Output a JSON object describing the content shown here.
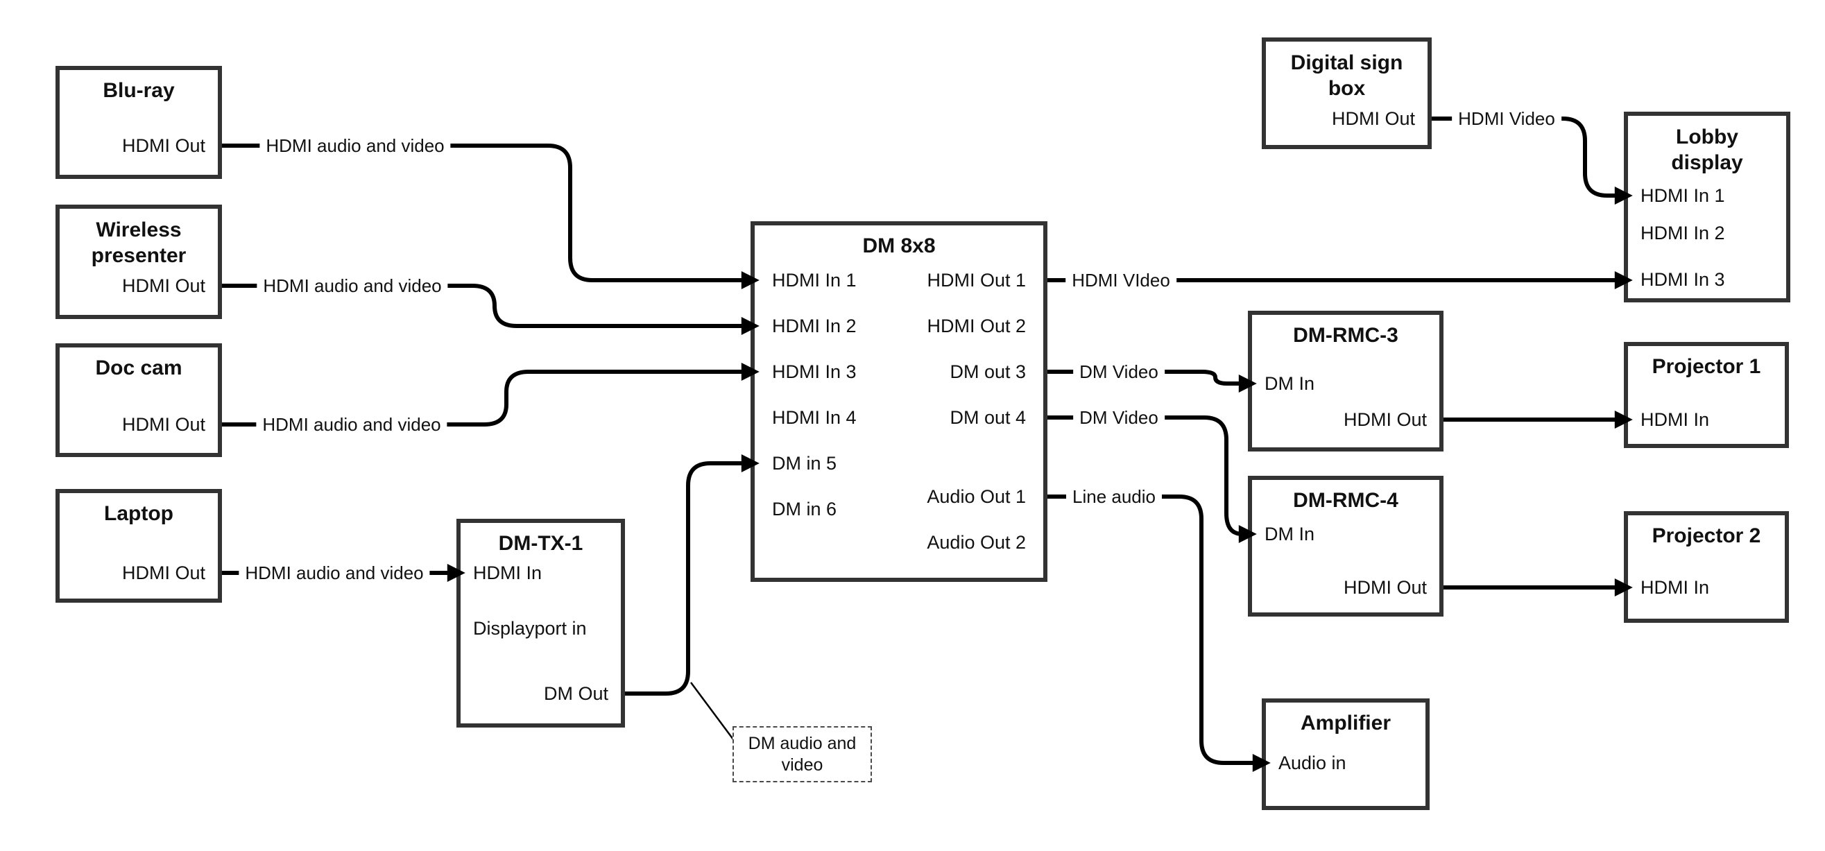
{
  "colors": {
    "background": "#ffffff",
    "box_border": "#333333",
    "line": "#000000",
    "text": "#111111"
  },
  "nodes": [
    {
      "id": "bluray",
      "title": [
        "Blu-ray"
      ],
      "ports": [
        "HDMI Out"
      ]
    },
    {
      "id": "wireless",
      "title": [
        "Wireless",
        "presenter"
      ],
      "ports": [
        "HDMI Out"
      ]
    },
    {
      "id": "doccam",
      "title": [
        "Doc cam"
      ],
      "ports": [
        "HDMI Out"
      ]
    },
    {
      "id": "laptop",
      "title": [
        "Laptop"
      ],
      "ports": [
        "HDMI Out"
      ]
    },
    {
      "id": "dm-tx-1",
      "title": [
        "DM-TX-1"
      ],
      "ports": [
        "HDMI In",
        "Displayport in",
        "DM Out"
      ]
    },
    {
      "id": "dm-8x8",
      "title": [
        "DM 8x8"
      ],
      "ports_left": [
        "HDMI In 1",
        "HDMI In 2",
        "HDMI In 3",
        "HDMI In 4",
        "DM in 5",
        "DM in 6"
      ],
      "ports_right": [
        "HDMI Out 1",
        "HDMI Out 2",
        "DM out 3",
        "DM out 4",
        "Audio Out 1",
        "Audio Out 2"
      ]
    },
    {
      "id": "digital-sign",
      "title": [
        "Digital sign",
        "box"
      ],
      "ports": [
        "HDMI Out"
      ]
    },
    {
      "id": "lobby-display",
      "title": [
        "Lobby",
        "display"
      ],
      "ports": [
        "HDMI In 1",
        "HDMI In 2",
        "HDMI In 3"
      ]
    },
    {
      "id": "dm-rmc-3",
      "title": [
        "DM-RMC-3"
      ],
      "ports": [
        "DM In",
        "HDMI Out"
      ]
    },
    {
      "id": "projector-1",
      "title": [
        "Projector 1"
      ],
      "ports": [
        "HDMI In"
      ]
    },
    {
      "id": "dm-rmc-4",
      "title": [
        "DM-RMC-4"
      ],
      "ports": [
        "DM In",
        "HDMI Out"
      ]
    },
    {
      "id": "projector-2",
      "title": [
        "Projector 2"
      ],
      "ports": [
        "HDMI In"
      ]
    },
    {
      "id": "amplifier",
      "title": [
        "Amplifier"
      ],
      "ports": [
        "Audio in"
      ]
    }
  ],
  "edges": [
    {
      "from": "Blu-ray HDMI Out",
      "to": "DM 8x8 HDMI In 1",
      "label": "HDMI audio and video"
    },
    {
      "from": "Wireless presenter HDMI Out",
      "to": "DM 8x8 HDMI In 2",
      "label": "HDMI audio and video"
    },
    {
      "from": "Doc cam HDMI Out",
      "to": "DM 8x8 HDMI In 3",
      "label": "HDMI audio and video"
    },
    {
      "from": "Laptop HDMI Out",
      "to": "DM-TX-1 HDMI In",
      "label": "HDMI audio and video"
    },
    {
      "from": "DM-TX-1 DM Out",
      "to": "DM 8x8 DM in 5",
      "label": ""
    },
    {
      "from": "DM 8x8 HDMI Out 1",
      "to": "Lobby display HDMI In 3",
      "label": "HDMI VIdeo"
    },
    {
      "from": "Digital sign box HDMI Out",
      "to": "Lobby display HDMI In 1",
      "label": "HDMI Video"
    },
    {
      "from": "DM 8x8 DM out 3",
      "to": "DM-RMC-3 DM In",
      "label": "DM Video"
    },
    {
      "from": "DM 8x8 DM out 4",
      "to": "DM-RMC-4 DM In",
      "label": "DM Video"
    },
    {
      "from": "DM 8x8 Audio Out 1",
      "to": "Amplifier Audio in",
      "label": "Line audio"
    },
    {
      "from": "DM-RMC-3 HDMI Out",
      "to": "Projector 1 HDMI In",
      "label": ""
    },
    {
      "from": "DM-RMC-4 HDMI Out",
      "to": "Projector 2 HDMI In",
      "label": ""
    }
  ],
  "note": {
    "lines": [
      "DM audio and",
      "video"
    ]
  }
}
